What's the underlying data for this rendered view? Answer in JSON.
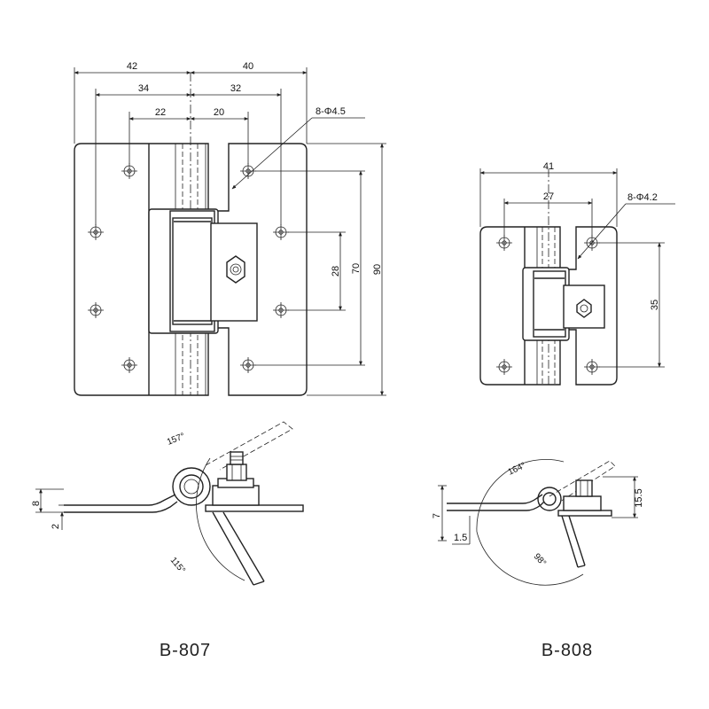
{
  "b807": {
    "label": "B-807",
    "dims": {
      "w42": "42",
      "w40": "40",
      "w34": "34",
      "w32": "32",
      "w22": "22",
      "w20": "20",
      "h28": "28",
      "h70": "70",
      "h90": "90"
    },
    "holes": "8-Φ4.5",
    "side": {
      "open_angle": "157°",
      "close_angle": "115°",
      "thick": "8",
      "plate": "2"
    }
  },
  "b808": {
    "label": "B-808",
    "dims": {
      "w41": "41",
      "w27": "27",
      "h35": "35"
    },
    "holes": "8-Φ4.2",
    "side": {
      "open_angle": "164°",
      "close_angle": "98°",
      "thick": "7",
      "plate": "1.5",
      "height": "15.5"
    }
  }
}
